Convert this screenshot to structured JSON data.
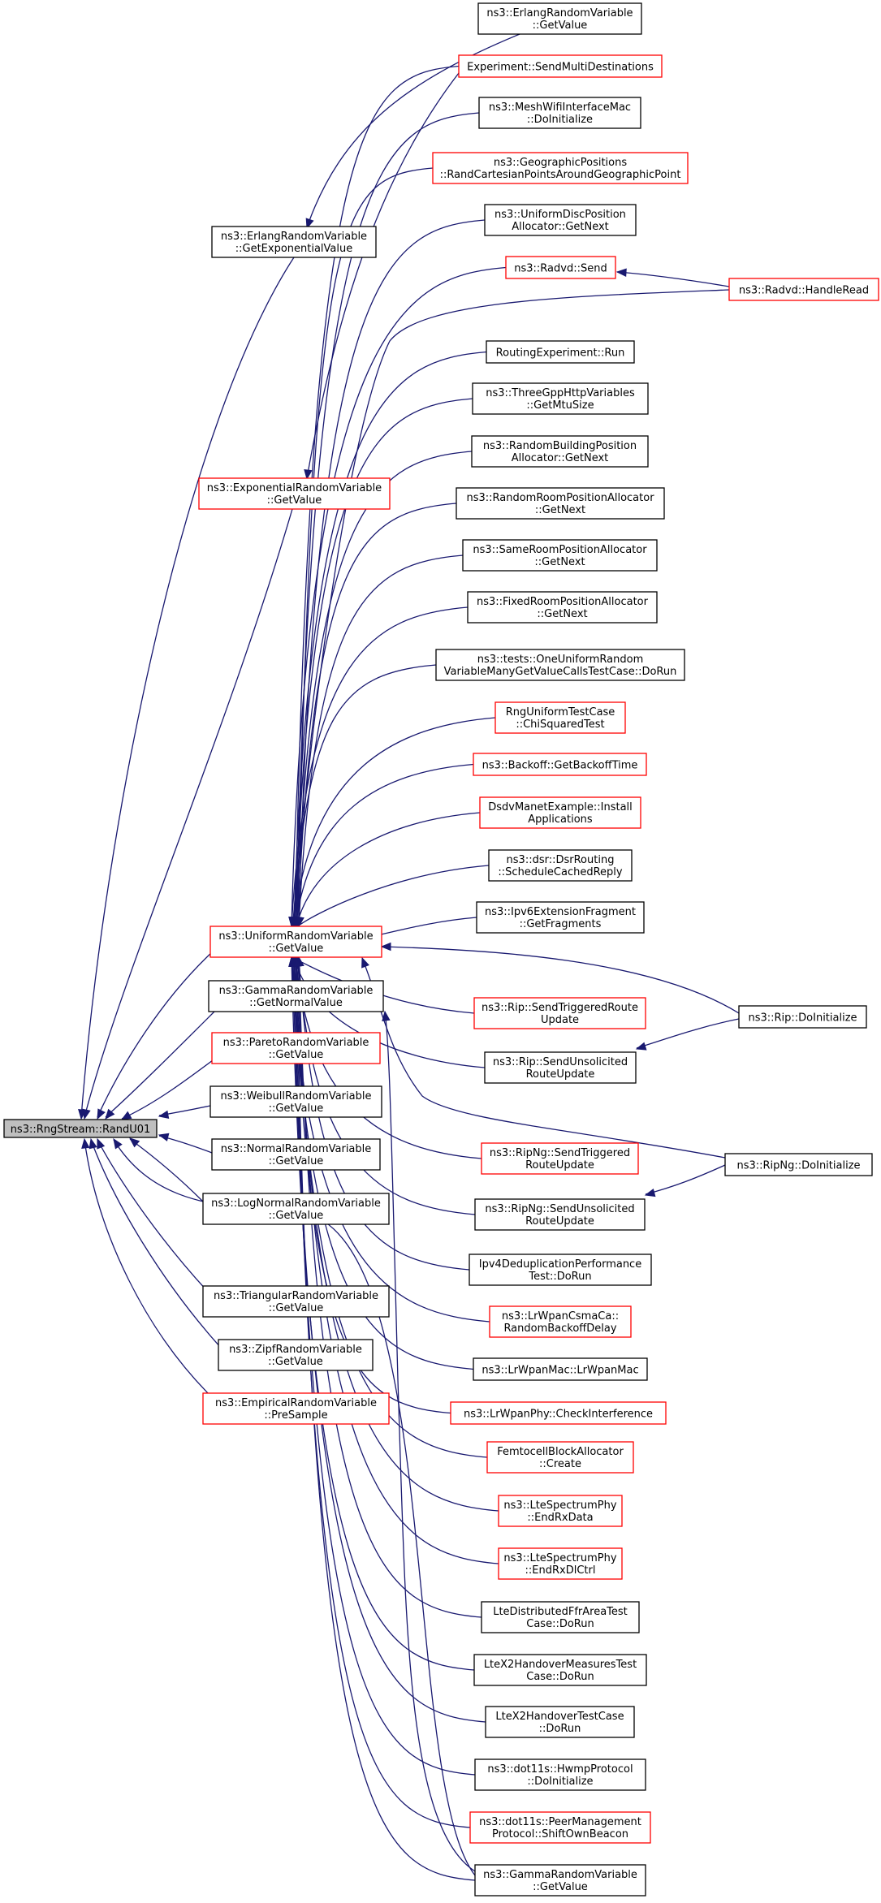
{
  "colors": {
    "edge": "#191970",
    "link_border": "#ff0000",
    "normal_border": "#000000",
    "root_fill": "#bfbfbf"
  },
  "nodes": [
    {
      "id": "root",
      "lines": [
        "ns3::RngStream::RandU01"
      ],
      "style": "root"
    },
    {
      "id": "erlang_exp",
      "lines": [
        "ns3::ErlangRandomVariable",
        "::GetExponentialValue"
      ],
      "style": "normal"
    },
    {
      "id": "exp_get",
      "lines": [
        "ns3::ExponentialRandomVariable",
        "::GetValue"
      ],
      "style": "link"
    },
    {
      "id": "uni_get",
      "lines": [
        "ns3::UniformRandomVariable",
        "::GetValue"
      ],
      "style": "link"
    },
    {
      "id": "gamma_normal",
      "lines": [
        "ns3::GammaRandomVariable",
        "::GetNormalValue"
      ],
      "style": "normal"
    },
    {
      "id": "pareto",
      "lines": [
        "ns3::ParetoRandomVariable",
        "::GetValue"
      ],
      "style": "link"
    },
    {
      "id": "weibull",
      "lines": [
        "ns3::WeibullRandomVariable",
        "::GetValue"
      ],
      "style": "normal"
    },
    {
      "id": "normal",
      "lines": [
        "ns3::NormalRandomVariable",
        "::GetValue"
      ],
      "style": "normal"
    },
    {
      "id": "lognormal",
      "lines": [
        "ns3::LogNormalRandomVariable",
        "::GetValue"
      ],
      "style": "normal"
    },
    {
      "id": "triangular",
      "lines": [
        "ns3::TriangularRandomVariable",
        "::GetValue"
      ],
      "style": "normal"
    },
    {
      "id": "zipf",
      "lines": [
        "ns3::ZipfRandomVariable",
        "::GetValue"
      ],
      "style": "normal"
    },
    {
      "id": "empirical",
      "lines": [
        "ns3::EmpiricalRandomVariable",
        "::PreSample"
      ],
      "style": "link"
    },
    {
      "id": "erlang_get",
      "lines": [
        "ns3::ErlangRandomVariable",
        "::GetValue"
      ],
      "style": "normal"
    },
    {
      "id": "exp_multi",
      "lines": [
        "Experiment::SendMultiDestinations"
      ],
      "style": "link"
    },
    {
      "id": "mesh_wifi",
      "lines": [
        "ns3::MeshWifiInterfaceMac",
        "::DoInitialize"
      ],
      "style": "normal"
    },
    {
      "id": "geo",
      "lines": [
        "ns3::GeographicPositions",
        "::RandCartesianPointsAroundGeographicPoint"
      ],
      "style": "link"
    },
    {
      "id": "uni_disc",
      "lines": [
        "ns3::UniformDiscPosition",
        "Allocator::GetNext"
      ],
      "style": "normal"
    },
    {
      "id": "radvd_send",
      "lines": [
        "ns3::Radvd::Send"
      ],
      "style": "link"
    },
    {
      "id": "radvd_read",
      "lines": [
        "ns3::Radvd::HandleRead"
      ],
      "style": "link"
    },
    {
      "id": "routing_run",
      "lines": [
        "RoutingExperiment::Run"
      ],
      "style": "normal"
    },
    {
      "id": "threegpp",
      "lines": [
        "ns3::ThreeGppHttpVariables",
        "::GetMtuSize"
      ],
      "style": "normal"
    },
    {
      "id": "rand_building",
      "lines": [
        "ns3::RandomBuildingPosition",
        "Allocator::GetNext"
      ],
      "style": "normal"
    },
    {
      "id": "rand_room",
      "lines": [
        "ns3::RandomRoomPositionAllocator",
        "::GetNext"
      ],
      "style": "normal"
    },
    {
      "id": "same_room",
      "lines": [
        "ns3::SameRoomPositionAllocator",
        "::GetNext"
      ],
      "style": "normal"
    },
    {
      "id": "fixed_room",
      "lines": [
        "ns3::FixedRoomPositionAllocator",
        "::GetNext"
      ],
      "style": "normal"
    },
    {
      "id": "one_uniform",
      "lines": [
        "ns3::tests::OneUniformRandom",
        "VariableManyGetValueCallsTestCase::DoRun"
      ],
      "style": "normal"
    },
    {
      "id": "rng_chi",
      "lines": [
        "RngUniformTestCase",
        "::ChiSquaredTest"
      ],
      "style": "link"
    },
    {
      "id": "backoff",
      "lines": [
        "ns3::Backoff::GetBackoffTime"
      ],
      "style": "link"
    },
    {
      "id": "dsdv",
      "lines": [
        "DsdvManetExample::Install",
        "Applications"
      ],
      "style": "link"
    },
    {
      "id": "dsr",
      "lines": [
        "ns3::dsr::DsrRouting",
        "::ScheduleCachedReply"
      ],
      "style": "normal"
    },
    {
      "id": "ipv6frag",
      "lines": [
        "ns3::Ipv6ExtensionFragment",
        "::GetFragments"
      ],
      "style": "normal"
    },
    {
      "id": "rip_trig",
      "lines": [
        "ns3::Rip::SendTriggeredRoute",
        "Update"
      ],
      "style": "link"
    },
    {
      "id": "rip_init",
      "lines": [
        "ns3::Rip::DoInitialize"
      ],
      "style": "normal"
    },
    {
      "id": "rip_unsol",
      "lines": [
        "ns3::Rip::SendUnsolicited",
        "RouteUpdate"
      ],
      "style": "normal"
    },
    {
      "id": "ripng_trig",
      "lines": [
        "ns3::RipNg::SendTriggered",
        "RouteUpdate"
      ],
      "style": "link"
    },
    {
      "id": "ripng_init",
      "lines": [
        "ns3::RipNg::DoInitialize"
      ],
      "style": "normal"
    },
    {
      "id": "ripng_unsol",
      "lines": [
        "ns3::RipNg::SendUnsolicited",
        "RouteUpdate"
      ],
      "style": "normal"
    },
    {
      "id": "ipv4dedup",
      "lines": [
        "Ipv4DeduplicationPerformance",
        "Test::DoRun"
      ],
      "style": "normal"
    },
    {
      "id": "lrwpan_csma",
      "lines": [
        "ns3::LrWpanCsmaCa::",
        "RandomBackoffDelay"
      ],
      "style": "link"
    },
    {
      "id": "lrwpan_mac",
      "lines": [
        "ns3::LrWpanMac::LrWpanMac"
      ],
      "style": "normal"
    },
    {
      "id": "lrwpan_phy",
      "lines": [
        "ns3::LrWpanPhy::CheckInterference"
      ],
      "style": "link"
    },
    {
      "id": "femto",
      "lines": [
        "FemtocellBlockAllocator",
        "::Create"
      ],
      "style": "link"
    },
    {
      "id": "lte_rx",
      "lines": [
        "ns3::LteSpectrumPhy",
        "::EndRxData"
      ],
      "style": "link"
    },
    {
      "id": "lte_dl",
      "lines": [
        "ns3::LteSpectrumPhy",
        "::EndRxDlCtrl"
      ],
      "style": "link"
    },
    {
      "id": "lte_ffr",
      "lines": [
        "LteDistributedFfrAreaTest",
        "Case::DoRun"
      ],
      "style": "normal"
    },
    {
      "id": "lte_x2m",
      "lines": [
        "LteX2HandoverMeasuresTest",
        "Case::DoRun"
      ],
      "style": "normal"
    },
    {
      "id": "lte_x2",
      "lines": [
        "LteX2HandoverTestCase",
        "::DoRun"
      ],
      "style": "normal"
    },
    {
      "id": "hwmp",
      "lines": [
        "ns3::dot11s::HwmpProtocol",
        "::DoInitialize"
      ],
      "style": "normal"
    },
    {
      "id": "peer",
      "lines": [
        "ns3::dot11s::PeerManagement",
        "Protocol::ShiftOwnBeacon"
      ],
      "style": "link"
    },
    {
      "id": "gamma_get",
      "lines": [
        "ns3::GammaRandomVariable",
        "::GetValue"
      ],
      "style": "normal"
    }
  ],
  "edges": [
    {
      "from": "erlang_exp",
      "to": "root"
    },
    {
      "from": "exp_get",
      "to": "root"
    },
    {
      "from": "uni_get",
      "to": "root"
    },
    {
      "from": "gamma_normal",
      "to": "root"
    },
    {
      "from": "pareto",
      "to": "root"
    },
    {
      "from": "weibull",
      "to": "root"
    },
    {
      "from": "normal",
      "to": "root"
    },
    {
      "from": "lognormal",
      "to": "root"
    },
    {
      "from": "triangular",
      "to": "root"
    },
    {
      "from": "zipf",
      "to": "root"
    },
    {
      "from": "empirical",
      "to": "root"
    },
    {
      "from": "gamma_get",
      "to": "root"
    },
    {
      "from": "erlang_get",
      "to": "erlang_exp"
    },
    {
      "from": "exp_multi",
      "to": "exp_get"
    },
    {
      "from": "radvd_read",
      "to": "radvd_send"
    },
    {
      "from": "rip_init",
      "to": "rip_unsol"
    },
    {
      "from": "ripng_init",
      "to": "ripng_unsol"
    },
    {
      "from": "exp_multi",
      "to": "uni_get"
    },
    {
      "from": "mesh_wifi",
      "to": "uni_get"
    },
    {
      "from": "geo",
      "to": "uni_get"
    },
    {
      "from": "uni_disc",
      "to": "uni_get"
    },
    {
      "from": "radvd_send",
      "to": "uni_get"
    },
    {
      "from": "radvd_read",
      "to": "uni_get"
    },
    {
      "from": "routing_run",
      "to": "uni_get"
    },
    {
      "from": "threegpp",
      "to": "uni_get"
    },
    {
      "from": "rand_building",
      "to": "uni_get"
    },
    {
      "from": "rand_room",
      "to": "uni_get"
    },
    {
      "from": "same_room",
      "to": "uni_get"
    },
    {
      "from": "fixed_room",
      "to": "uni_get"
    },
    {
      "from": "one_uniform",
      "to": "uni_get"
    },
    {
      "from": "rng_chi",
      "to": "uni_get"
    },
    {
      "from": "backoff",
      "to": "uni_get"
    },
    {
      "from": "dsdv",
      "to": "uni_get"
    },
    {
      "from": "dsr",
      "to": "uni_get"
    },
    {
      "from": "ipv6frag",
      "to": "uni_get"
    },
    {
      "from": "rip_trig",
      "to": "uni_get"
    },
    {
      "from": "rip_init",
      "to": "uni_get"
    },
    {
      "from": "rip_unsol",
      "to": "uni_get"
    },
    {
      "from": "ripng_trig",
      "to": "uni_get"
    },
    {
      "from": "ripng_init",
      "to": "uni_get"
    },
    {
      "from": "ripng_unsol",
      "to": "uni_get"
    },
    {
      "from": "ipv4dedup",
      "to": "uni_get"
    },
    {
      "from": "lrwpan_csma",
      "to": "uni_get"
    },
    {
      "from": "lrwpan_mac",
      "to": "uni_get"
    },
    {
      "from": "lrwpan_phy",
      "to": "uni_get"
    },
    {
      "from": "femto",
      "to": "uni_get"
    },
    {
      "from": "lte_rx",
      "to": "uni_get"
    },
    {
      "from": "lte_dl",
      "to": "uni_get"
    },
    {
      "from": "lte_ffr",
      "to": "uni_get"
    },
    {
      "from": "lte_x2m",
      "to": "uni_get"
    },
    {
      "from": "lte_x2",
      "to": "uni_get"
    },
    {
      "from": "hwmp",
      "to": "uni_get"
    },
    {
      "from": "peer",
      "to": "uni_get"
    },
    {
      "from": "gamma_get",
      "to": "uni_get"
    },
    {
      "from": "gamma_get",
      "to": "gamma_normal"
    }
  ]
}
